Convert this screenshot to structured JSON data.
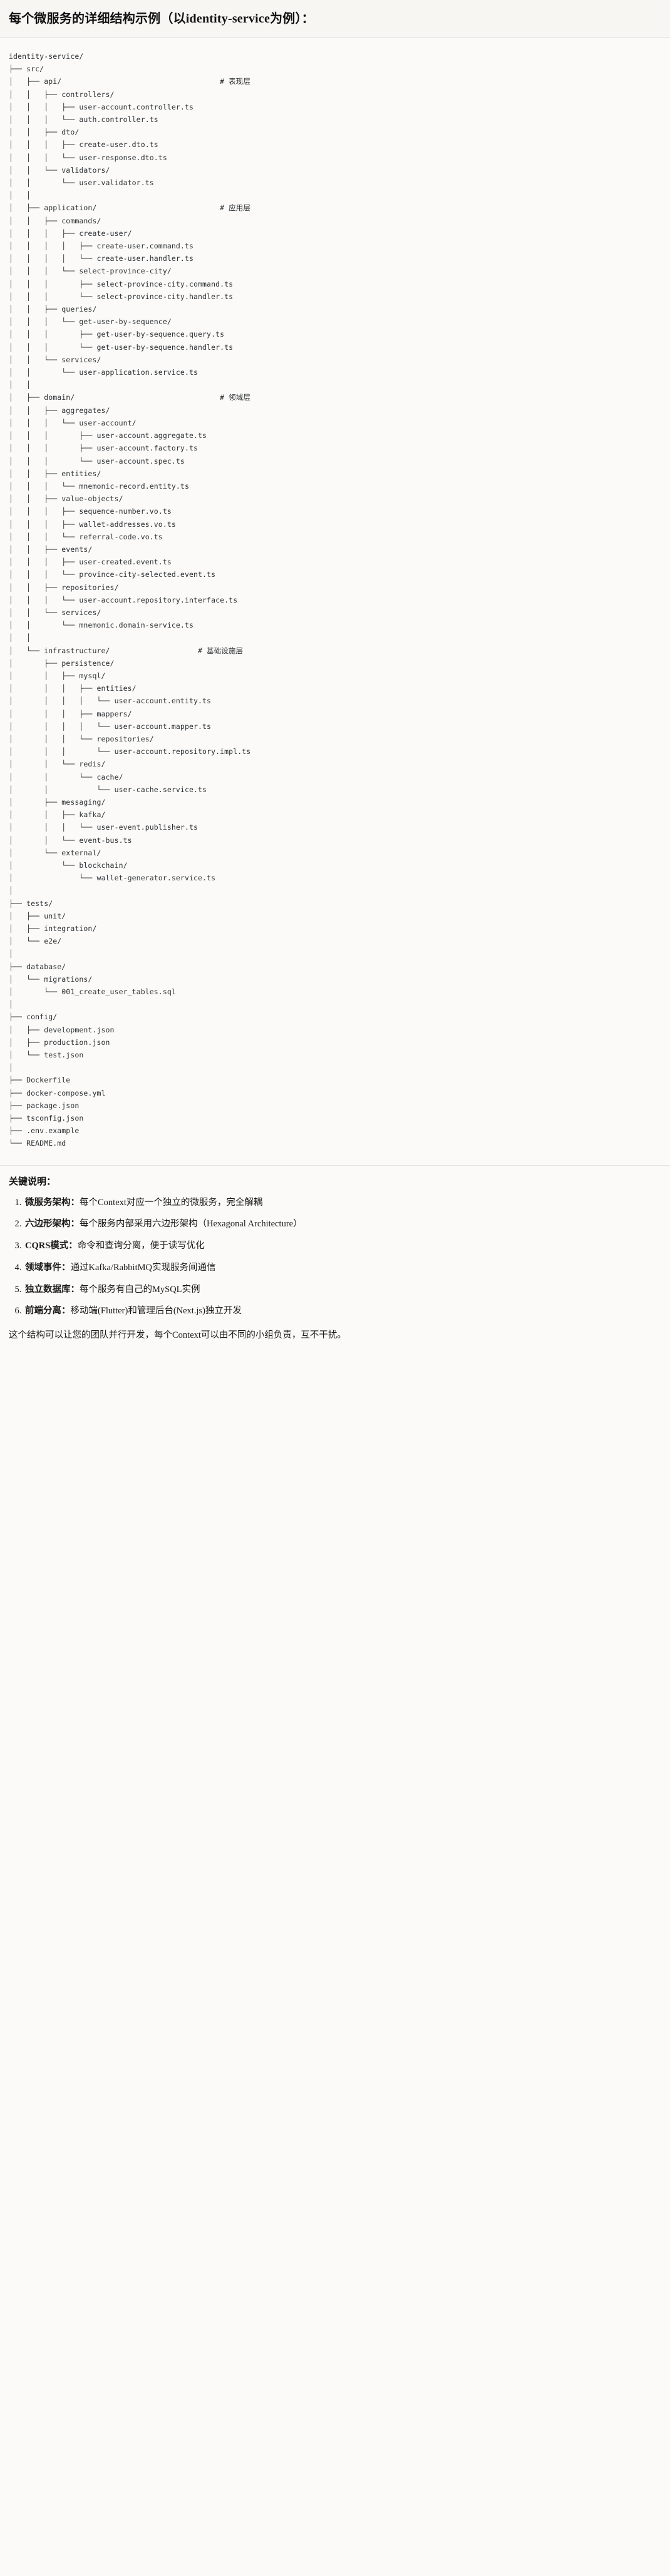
{
  "header": {
    "title": "每个微服务的详细结构示例（以identity-service为例）："
  },
  "tree": {
    "root": "identity-service/",
    "text": "identity-service/\n├── src/\n│   ├── api/                                    # 表现层\n│   │   ├── controllers/\n│   │   │   ├── user-account.controller.ts\n│   │   │   └── auth.controller.ts\n│   │   ├── dto/\n│   │   │   ├── create-user.dto.ts\n│   │   │   └── user-response.dto.ts\n│   │   └── validators/\n│   │       └── user.validator.ts\n│   │\n│   ├── application/                            # 应用层\n│   │   ├── commands/\n│   │   │   ├── create-user/\n│   │   │   │   ├── create-user.command.ts\n│   │   │   │   └── create-user.handler.ts\n│   │   │   └── select-province-city/\n│   │   │       ├── select-province-city.command.ts\n│   │   │       └── select-province-city.handler.ts\n│   │   ├── queries/\n│   │   │   └── get-user-by-sequence/\n│   │   │       ├── get-user-by-sequence.query.ts\n│   │   │       └── get-user-by-sequence.handler.ts\n│   │   └── services/\n│   │       └── user-application.service.ts\n│   │\n│   ├── domain/                                 # 领域层\n│   │   ├── aggregates/\n│   │   │   └── user-account/\n│   │   │       ├── user-account.aggregate.ts\n│   │   │       ├── user-account.factory.ts\n│   │   │       └── user-account.spec.ts\n│   │   ├── entities/\n│   │   │   └── mnemonic-record.entity.ts\n│   │   ├── value-objects/\n│   │   │   ├── sequence-number.vo.ts\n│   │   │   ├── wallet-addresses.vo.ts\n│   │   │   └── referral-code.vo.ts\n│   │   ├── events/\n│   │   │   ├── user-created.event.ts\n│   │   │   └── province-city-selected.event.ts\n│   │   ├── repositories/\n│   │   │   └── user-account.repository.interface.ts\n│   │   └── services/\n│   │       └── mnemonic.domain-service.ts\n│   │\n│   └── infrastructure/                    # 基础设施层\n│       ├── persistence/\n│       │   ├── mysql/\n│       │   │   ├── entities/\n│       │   │   │   └── user-account.entity.ts\n│       │   │   ├── mappers/\n│       │   │   │   └── user-account.mapper.ts\n│       │   │   └── repositories/\n│       │   │       └── user-account.repository.impl.ts\n│       │   └── redis/\n│       │       └── cache/\n│       │           └── user-cache.service.ts\n│       ├── messaging/\n│       │   ├── kafka/\n│       │   │   └── user-event.publisher.ts\n│       │   └── event-bus.ts\n│       └── external/\n│           └── blockchain/\n│               └── wallet-generator.service.ts\n│\n├── tests/\n│   ├── unit/\n│   ├── integration/\n│   └── e2e/\n│\n├── database/\n│   └── migrations/\n│       └── 001_create_user_tables.sql\n│\n├── config/\n│   ├── development.json\n│   ├── production.json\n│   └── test.json\n│\n├── Dockerfile\n├── docker-compose.yml\n├── package.json\n├── tsconfig.json\n├── .env.example\n└── README.md",
    "layer_comments": [
      "# 表现层",
      "# 应用层",
      "# 领域层",
      "# 基础设施层"
    ]
  },
  "notes": {
    "title": "关键说明：",
    "items": [
      {
        "label": "微服务架构",
        "sep": "：",
        "text": "每个Context对应一个独立的微服务，完全解耦"
      },
      {
        "label": "六边形架构",
        "sep": "：",
        "text": "每个服务内部采用六边形架构（Hexagonal Architecture）"
      },
      {
        "label": "CQRS模式",
        "sep": "：",
        "text": "命令和查询分离，便于读写优化"
      },
      {
        "label": "领域事件",
        "sep": "：",
        "text": "通过Kafka/RabbitMQ实现服务间通信"
      },
      {
        "label": "独立数据库",
        "sep": "：",
        "text": "每个服务有自己的MySQL实例"
      },
      {
        "label": "前端分离",
        "sep": "：",
        "text": "移动端(Flutter)和管理后台(Next.js)独立开发"
      }
    ],
    "closing": "这个结构可以让您的团队并行开发，每个Context可以由不同的小组负责，互不干扰。"
  }
}
